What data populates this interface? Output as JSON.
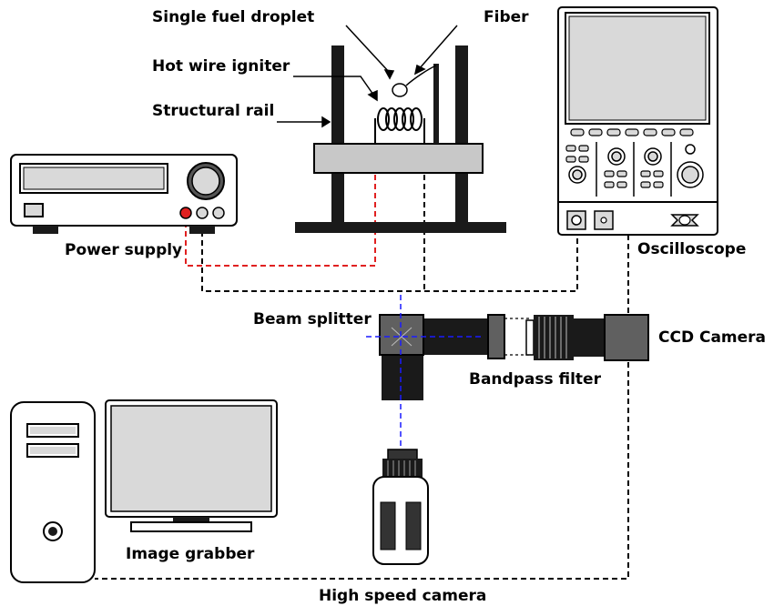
{
  "labels": {
    "single_fuel_droplet": "Single fuel droplet",
    "fiber": "Fiber",
    "hot_wire_igniter": "Hot wire igniter",
    "structural_rail": "Structural rail",
    "power_supply": "Power supply",
    "oscilloscope": "Oscilloscope",
    "beam_splitter": "Beam splitter",
    "ccd_camera": "CCD Camera",
    "bandpass_filter": "Bandpass filter",
    "image_grabber": "Image grabber",
    "high_speed_camera": "High speed camera"
  },
  "colors": {
    "outline": "#000000",
    "device_fill": "#ffffff",
    "screen_fill": "#d9d9d9",
    "rail_fill": "#1a1a1a",
    "stage_fill": "#c8c8c8",
    "camera_fill": "#606060",
    "power_wire": "#e02020",
    "signal_wire": "#000000",
    "optical_axis": "#1a1aff"
  }
}
